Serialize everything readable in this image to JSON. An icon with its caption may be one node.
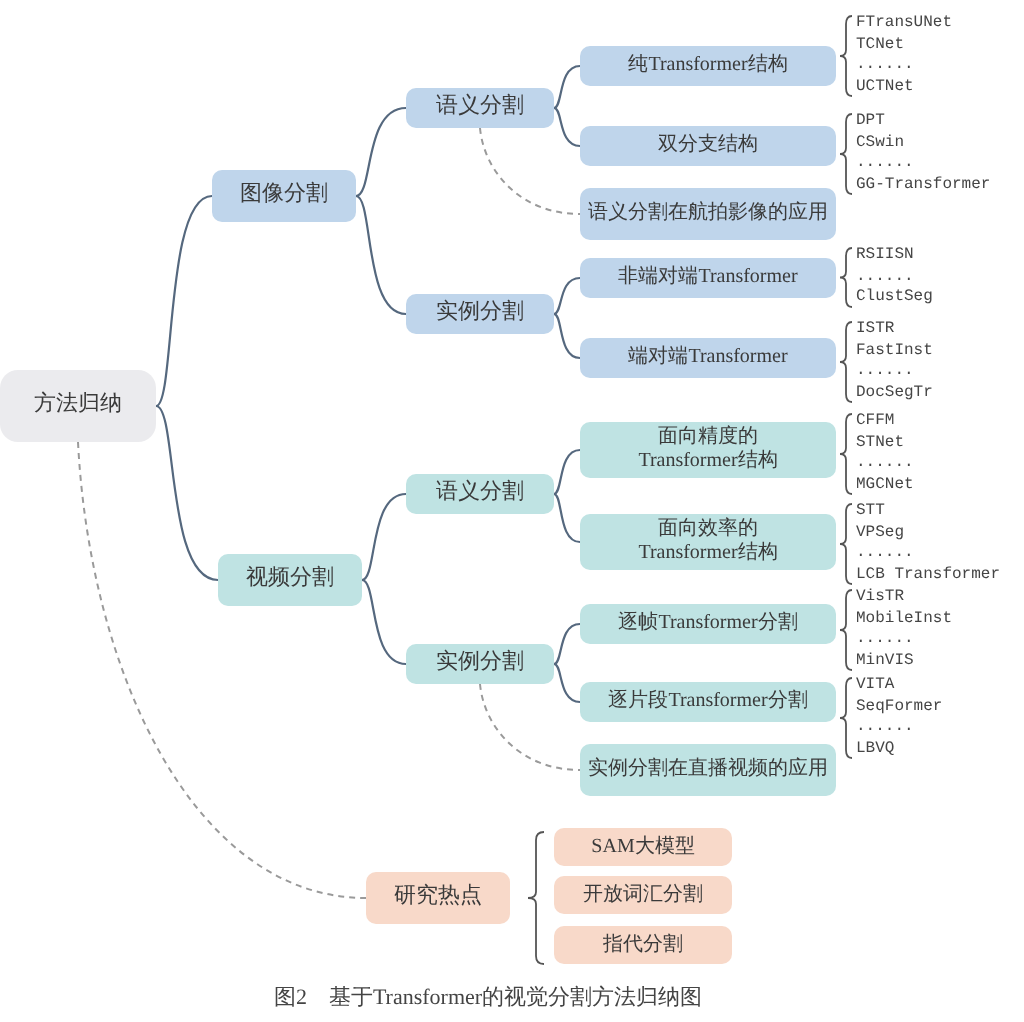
{
  "diagram": {
    "caption": "图2　基于Transformer的视觉分割方法归纳图",
    "nodes": [
      {
        "text": [
          "方法归纳"
        ]
      },
      {
        "text": [
          "图像分割"
        ]
      },
      {
        "text": [
          "语义分割"
        ]
      },
      {
        "text": [
          "纯Transformer结构"
        ],
        "beside": [
          "FTransUNet",
          "TCNet",
          "......",
          "UCTNet"
        ]
      },
      {
        "text": [
          "双分支结构"
        ],
        "beside": [
          "DPT",
          "CSwin",
          "......",
          "GG-Transformer"
        ]
      },
      {
        "text": [
          "语义分割在航拍影像的应用"
        ]
      },
      {
        "text": [
          "实例分割"
        ]
      },
      {
        "text": [
          "非端对端Transformer"
        ],
        "beside": [
          "RSIISN",
          "......",
          "ClustSeg"
        ]
      },
      {
        "text": [
          "端对端Transformer"
        ],
        "beside": [
          "ISTR",
          "FastInst",
          "......",
          "DocSegTr"
        ]
      },
      {
        "text": [
          "视频分割"
        ]
      },
      {
        "text": [
          "语义分割"
        ]
      },
      {
        "text": [
          "面向精度的Transformer结构"
        ],
        "beside": [
          "CFFM",
          "STNet",
          "......",
          "MGCNet"
        ]
      },
      {
        "text": [
          "面向效率的Transformer结构"
        ],
        "beside": [
          "STT",
          "VPSeg",
          "......",
          "LCB Transformer"
        ]
      },
      {
        "text": [
          "实例分割"
        ]
      },
      {
        "text": [
          "逐帧Transformer分割"
        ],
        "beside": [
          "VisTR",
          "MobileInst",
          "......",
          "MinVIS"
        ]
      },
      {
        "text": [
          "逐片段Transformer分割"
        ],
        "beside": [
          "VITA",
          "SeqFormer",
          "......",
          "LBVQ"
        ]
      },
      {
        "text": [
          "实例分割在直播视频的应用"
        ]
      },
      {
        "text": [
          "研究热点"
        ]
      },
      {
        "text": [
          "SAM大模型"
        ]
      },
      {
        "text": [
          "开放词汇分割"
        ]
      },
      {
        "text": [
          "指代分割"
        ]
      }
    ],
    "edges": [
      {
        "from": 0,
        "to": 1,
        "arrow": "none"
      },
      {
        "from": 0,
        "to": 9,
        "arrow": "none"
      },
      {
        "from": 1,
        "to": 2,
        "arrow": "none"
      },
      {
        "from": 1,
        "to": 6,
        "arrow": "none"
      },
      {
        "from": 2,
        "to": 3,
        "arrow": "none"
      },
      {
        "from": 2,
        "to": 4,
        "arrow": "none"
      },
      {
        "from": 2,
        "to": 5,
        "arrow": "none",
        "style": "dashed",
        "color": "#9a9a9a"
      },
      {
        "from": 6,
        "to": 7,
        "arrow": "none"
      },
      {
        "from": 6,
        "to": 8,
        "arrow": "none"
      },
      {
        "from": 9,
        "to": 10,
        "arrow": "none"
      },
      {
        "from": 9,
        "to": 13,
        "arrow": "none"
      },
      {
        "from": 10,
        "to": 11,
        "arrow": "none"
      },
      {
        "from": 10,
        "to": 12,
        "arrow": "none"
      },
      {
        "from": 13,
        "to": 14,
        "arrow": "none"
      },
      {
        "from": 13,
        "to": 15,
        "arrow": "none"
      },
      {
        "from": 13,
        "to": 16,
        "arrow": "none",
        "style": "dashed",
        "color": "#9a9a9a"
      },
      {
        "from": 0,
        "to": 17,
        "arrow": "none",
        "style": "dashed",
        "color": "#9a9a9a"
      }
    ]
  }
}
